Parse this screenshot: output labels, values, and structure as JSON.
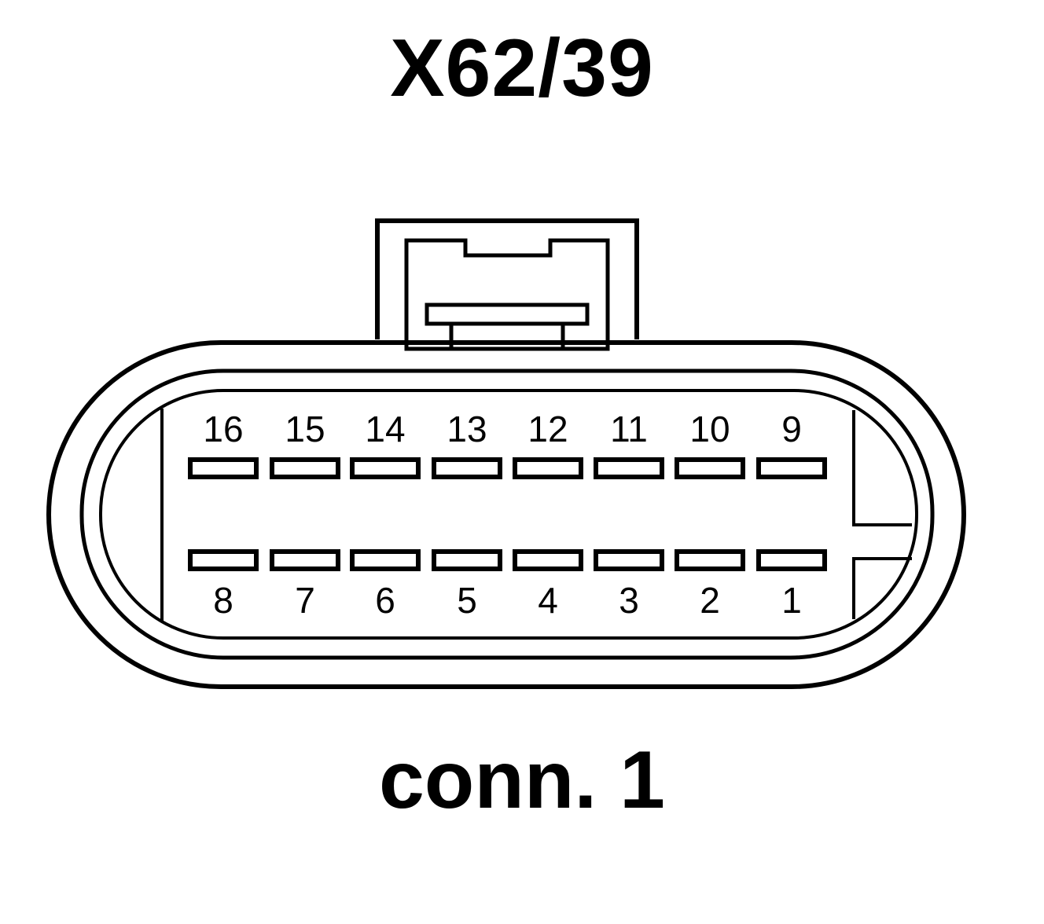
{
  "title": "X62/39",
  "caption": "conn. 1",
  "colors": {
    "line": "#000000",
    "background": "#ffffff"
  },
  "pins": {
    "top_row": [
      "16",
      "15",
      "14",
      "13",
      "12",
      "11",
      "10",
      "9"
    ],
    "bottom_row": [
      "8",
      "7",
      "6",
      "5",
      "4",
      "3",
      "2",
      "1"
    ]
  }
}
